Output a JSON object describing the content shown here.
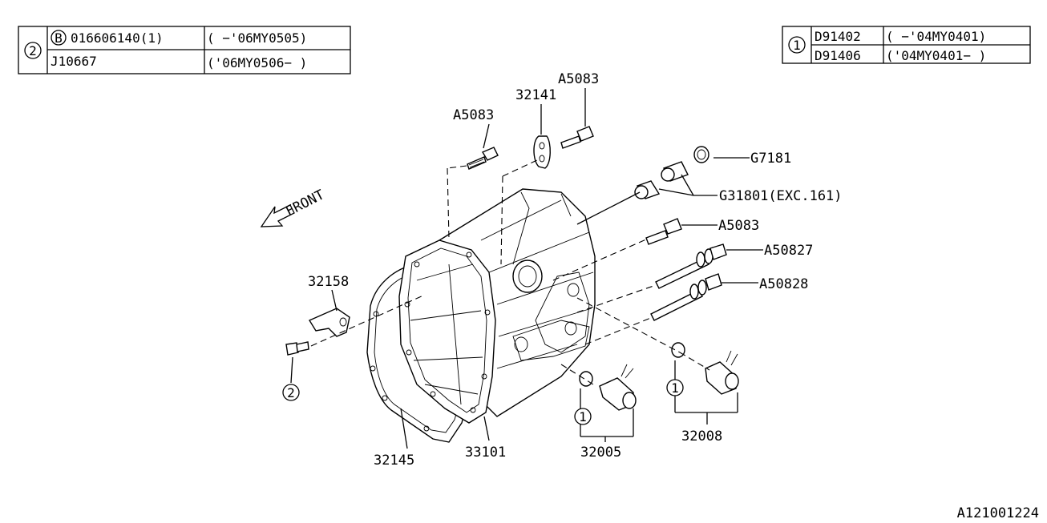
{
  "legend_left": {
    "marker": "2",
    "rows": [
      {
        "prefix": "B",
        "part": "016606140(1)",
        "range": "( −'06MY0505)"
      },
      {
        "prefix": "",
        "part": "J10667",
        "range": "('06MY0506− )"
      }
    ]
  },
  "legend_right": {
    "marker": "1",
    "rows": [
      {
        "part": "D91402",
        "range": "( −'04MY0401)"
      },
      {
        "part": "D91406",
        "range": "('04MY0401− )"
      }
    ]
  },
  "front_label": "FRONT",
  "callouts": {
    "a5083_top": "A5083",
    "p32141": "32141",
    "a5083_left": "A5083",
    "g7181": "G7181",
    "g31801": "G31801(EXC.161)",
    "a5083_right": "A5083",
    "a50827": "A50827",
    "a50828": "A50828",
    "p32158": "32158",
    "p32145": "32145",
    "p33101": "33101",
    "p32005": "32005",
    "p32008": "32008",
    "marker_1a": "1",
    "marker_1b": "1",
    "marker_2": "2"
  },
  "diagram_id": "A121001224"
}
